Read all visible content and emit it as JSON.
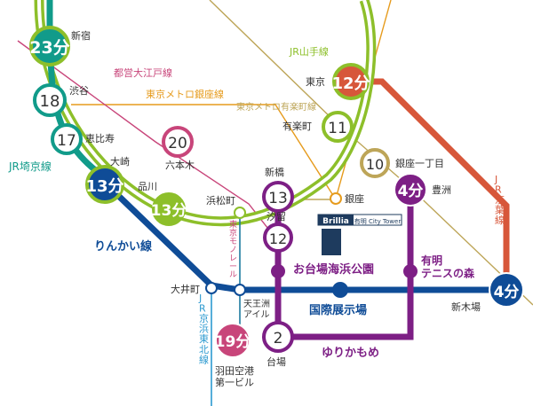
{
  "colors": {
    "yamanote": "#8dbf2a",
    "saikyo": "#119b8a",
    "ginza": "#e69b1d",
    "oedo": "#c8457a",
    "yurakucho": "#bda558",
    "keiyo": "#d7573a",
    "rinkai": "#0f4c97",
    "yurikamome": "#7d1f85",
    "keihin_tohoku": "#2d9ad0",
    "monorail": "#1e7b9e",
    "tokyo_station_badge": "#d7573a"
  },
  "lines": {
    "yamanote": "JR山手線",
    "saikyo": "JR埼京線",
    "oedo": "都営大江戸線",
    "ginza": "東京メトロ銀座線",
    "yurakucho": "東京メトロ有楽町線",
    "keiyo": "JR京葉線",
    "rinkai": "りんかい線",
    "monorail": "東京モノレール",
    "keihin_tohoku": "JR京浜東北線",
    "yurikamome": "ゆりかもめ"
  },
  "stations": {
    "shinjuku": "新宿",
    "shibuya": "渋谷",
    "ebisu": "恵比寿",
    "osaki": "大崎",
    "shinagawa": "品川",
    "roppongi": "六本木",
    "hamamatsucho": "浜松町",
    "shimbashi": "新橋",
    "shiodome": "汐留",
    "ginza": "銀座",
    "yurakucho": "有楽町",
    "tokyo": "東京",
    "ginza_itchome": "銀座一丁目",
    "toyosu": "豊洲",
    "ariake_tennis": "有明\nテニスの森",
    "odaiba_kaihinkoen": "お台場海浜公園",
    "kokusai_tenjijo": "国際展示場",
    "shin_kiba": "新木場",
    "oimachi": "大井町",
    "tennozu_isle": "天王洲\nアイル",
    "daiba": "台場",
    "haneda": "羽田空港\n第一ビル"
  },
  "times": {
    "shinjuku": "23分",
    "shibuya": "18",
    "ebisu": "17",
    "osaki": "13分",
    "shinagawa": "13分",
    "roppongi": "20",
    "shimbashi": "13",
    "shiodome": "12",
    "yurakucho": "11",
    "tokyo": "12分",
    "ginza_itchome": "10",
    "toyosu": "4分",
    "shin_kiba": "4分",
    "daiba": "2",
    "haneda": "19分"
  },
  "property": {
    "brand": "Brillia",
    "name": "有明 City Tower"
  }
}
